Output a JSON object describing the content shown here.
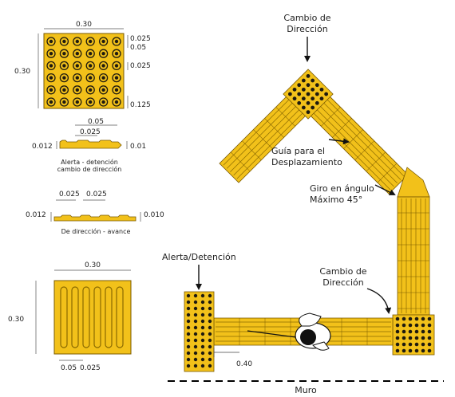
{
  "colors": {
    "tile": "#f2c11a",
    "tile_edge": "#7a5a00",
    "groove": "#8a6a00",
    "dot": "#1e1a10",
    "arrow": "#111111",
    "wall": "#000000"
  },
  "detail_alert": {
    "width": "0.30",
    "height": "0.30",
    "dims": [
      "0.025",
      "0.05",
      "0.025",
      "0.125"
    ],
    "rows": 6,
    "cols": 6
  },
  "section_alert": {
    "top": "0.05",
    "mid": "0.025",
    "left": "0.012",
    "right": "0.01",
    "caption_line1": "Alerta - detención",
    "caption_line2": "cambio de dirección"
  },
  "section_dir": {
    "dim1": "0.025",
    "dim2": "0.025",
    "left": "0.012",
    "right": "0.010",
    "caption": "De dirección - avance"
  },
  "detail_dir": {
    "width": "0.30",
    "height": "0.30",
    "bottom1": "0.05",
    "bottom2": "0.025",
    "bars": 6
  },
  "plan": {
    "cambio_top_line1": "Cambio de",
    "cambio_top_line2": "Dirección",
    "guia_line1": "Guía para el",
    "guia_line2": "Desplazamiento",
    "giro_line1": "Giro en ángulo",
    "giro_line2": "Máximo 45°",
    "alerta": "Alerta/Detención",
    "cambio_right_line1": "Cambio de",
    "cambio_right_line2": "Dirección",
    "dist": "0.40",
    "muro": "Muro"
  },
  "icons": [
    "walking-person-with-cane-icon",
    "arrow-icon"
  ]
}
